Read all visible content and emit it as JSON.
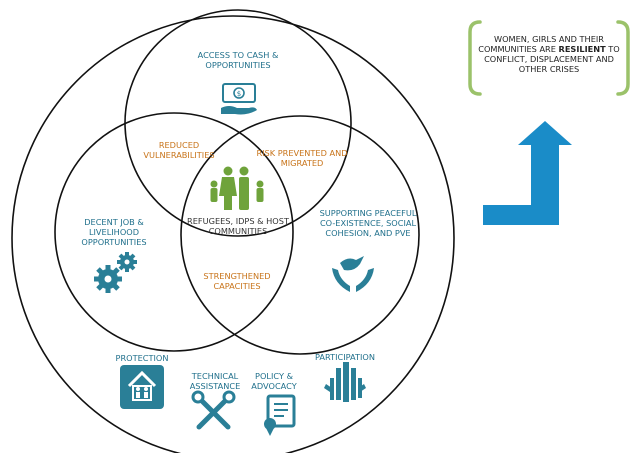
{
  "circles": {
    "top": "ACCESS TO CASH & OPPORTUNITIES",
    "left": "DECENT JOB & LIVELIHOOD OPPORTUNITIES",
    "right": "SUPPORTING PEACEFUL CO-EXISTENCE, SOCIAL COHESION, AND PVE"
  },
  "overlaps": {
    "top_left": "REDUCED VULNERABILITIES",
    "top_right": "RISK PREVENTED AND MIGRATED",
    "left_right": "STRENGTHENED CAPACITIES",
    "center": "REFUGEES, IDPS & HOST COMMUNITIES"
  },
  "bottom": {
    "protection": "PROTECTION",
    "technical_assistance": "TECHNICAL ASSISTANCE",
    "policy_advocacy": "POLICY & ADVOCACY",
    "participation": "PARTICIPATION"
  },
  "outcome": {
    "before": "WOMEN, GIRLS AND THEIR COMMUNITIES ARE ",
    "emphasis": "RESILIENT",
    "after": " TO CONFLICT, DISPLACEMENT AND OTHER CRISES"
  },
  "colors": {
    "circle_stroke": "#111111",
    "teal": "#1f6f8b",
    "icon_teal": "#2a7f97",
    "orange": "#c8741a",
    "green": "#6fa33b",
    "arrow": "#1a8cc8",
    "bracket": "#9bc26a"
  },
  "icons": {
    "cash": "cash-hand-icon",
    "gears": "gears-icon",
    "dove": "dove-hands-icon",
    "family": "family-icon",
    "protection": "house-family-icon",
    "technical": "tools-icon",
    "policy": "document-certificate-icon",
    "participation": "raised-hands-icon"
  }
}
